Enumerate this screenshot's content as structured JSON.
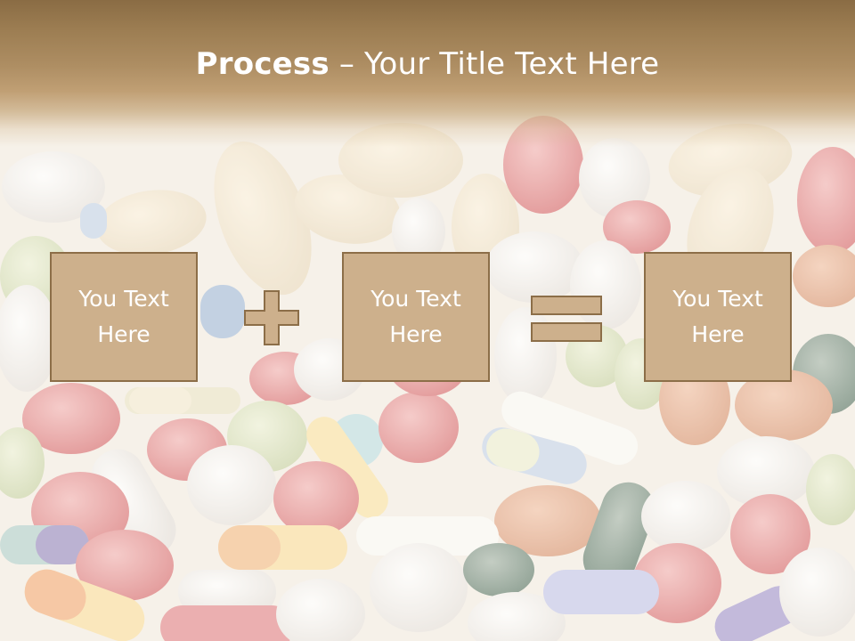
{
  "slide": {
    "title_bold": "Process",
    "title_separator": " – ",
    "title_rest": "Your Title Text Here"
  },
  "boxes": [
    {
      "line1": "You Text",
      "line2": "Here"
    },
    {
      "line1": "You Text",
      "line2": "Here"
    },
    {
      "line1": "You Text",
      "line2": "Here"
    }
  ],
  "operators": [
    "plus-icon",
    "equals-icon"
  ],
  "colors": {
    "title_band_top": "#8a6c44",
    "title_band_bottom": "#c09f74",
    "box_fill": "#cdb08c",
    "box_border": "#8c6e48",
    "text": "#ffffff"
  }
}
